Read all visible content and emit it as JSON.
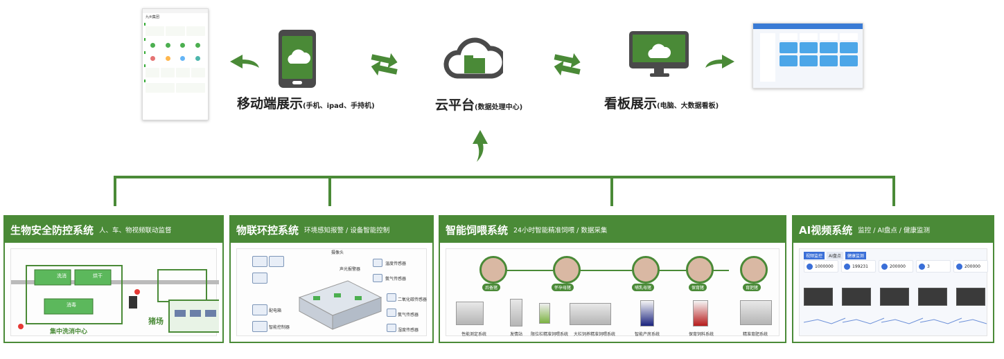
{
  "top": {
    "mobile": {
      "title": "移动端展示",
      "sub": "(手机、ipad、手持机)"
    },
    "cloud": {
      "title": "云平台",
      "sub": "(数据处理中心)"
    },
    "board": {
      "title": "看板展示",
      "sub": "(电脑、大数据看板)"
    }
  },
  "phone_screenshot": {
    "title": "九州集团"
  },
  "panels": [
    {
      "title": "生物安全防控系统",
      "sub": "人、车、物视频联动监督"
    },
    {
      "title": "物联环控系统",
      "sub": "环境感知报警 / 设备智能控制"
    },
    {
      "title": "智能饲喂系统",
      "sub": "24小时智能精准饲喂 / 数据采集"
    },
    {
      "title": "AI视频系统",
      "sub": "监控 / AI盘点 / 健康监测"
    }
  ],
  "bio": {
    "wash": "洗消",
    "dry": "烘干",
    "center": "集中洗消中心",
    "farm": "猪场",
    "disinfect": "消毒"
  },
  "iot": {
    "left": [
      "配电箱",
      "智能控制器"
    ],
    "right": [
      "温度传感器",
      "氨气传感器",
      "二氧化碳传感器",
      "氨气传感器",
      "湿度传感器"
    ],
    "top": [
      "摄像头",
      "声光报警器"
    ]
  },
  "feed": {
    "stages": [
      "后备猪",
      "怀孕母猪",
      "哺乳母猪",
      "保育猪",
      "育肥猪"
    ],
    "devices": [
      "性能测定系统",
      "发情站",
      "限位栏精准饲喂系统",
      "大栏饲养精准饲喂系统",
      "智能产房系统",
      "保育饲料系统",
      "精准育肥系统"
    ]
  },
  "ai": {
    "tabs": [
      "视频监控",
      "AI盘点",
      "健康监测"
    ],
    "stats": [
      "1000000",
      "199231",
      "200000",
      "3",
      "200000"
    ]
  }
}
